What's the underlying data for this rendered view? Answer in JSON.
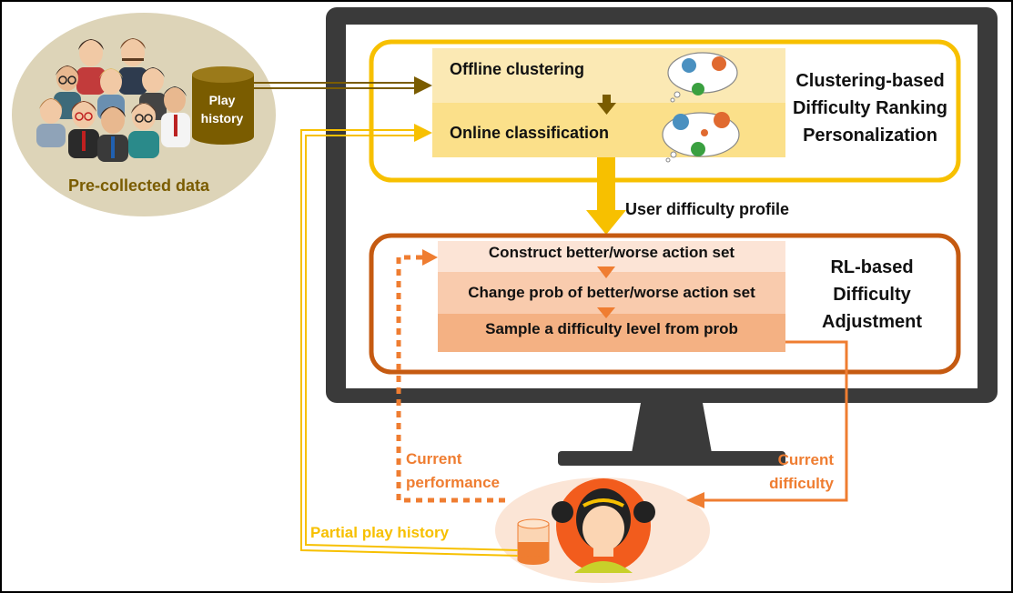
{
  "precollected": {
    "caption": "Pre-collected data",
    "db_label_line1": "Play",
    "db_label_line2": "history"
  },
  "clustering": {
    "offline": "Offline clustering",
    "online": "Online classification",
    "title_line1": "Clustering-based",
    "title_line2": "Difficulty Ranking",
    "title_line3": "Personalization"
  },
  "profile_label": "User difficulty profile",
  "rl": {
    "step1": "Construct better/worse action set",
    "step2": "Change prob of better/worse action set",
    "step3": "Sample a difficulty level from prob",
    "title_line1": "RL-based",
    "title_line2": "Difficulty",
    "title_line3": "Adjustment"
  },
  "feedback": {
    "current_performance_line1": "Current",
    "current_performance_line2": "performance",
    "current_difficulty_line1": "Current",
    "current_difficulty_line2": "difficulty",
    "partial_history": "Partial play history"
  },
  "colors": {
    "yellow": "#f7c000",
    "dark_gold": "#7a5c00",
    "orange": "#ef7d31",
    "rl_border": "#c55a11",
    "crowd_bg": "#ddd4b8",
    "monitor": "#3a3a3a"
  }
}
